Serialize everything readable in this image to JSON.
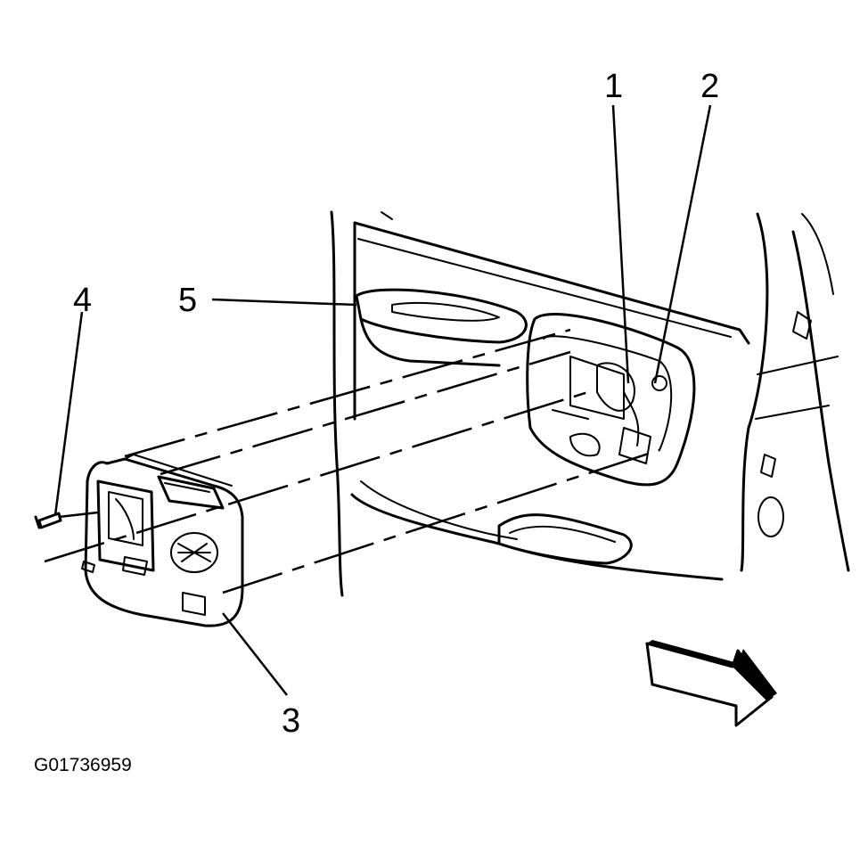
{
  "callouts": {
    "c1": "1",
    "c2": "2",
    "c3": "3",
    "c4": "4",
    "c5": "5"
  },
  "figure_id": "G01736959",
  "icons": {
    "direction_arrow": "forward-arrow-icon"
  },
  "colors": {
    "line": "#000000",
    "background": "#ffffff"
  }
}
